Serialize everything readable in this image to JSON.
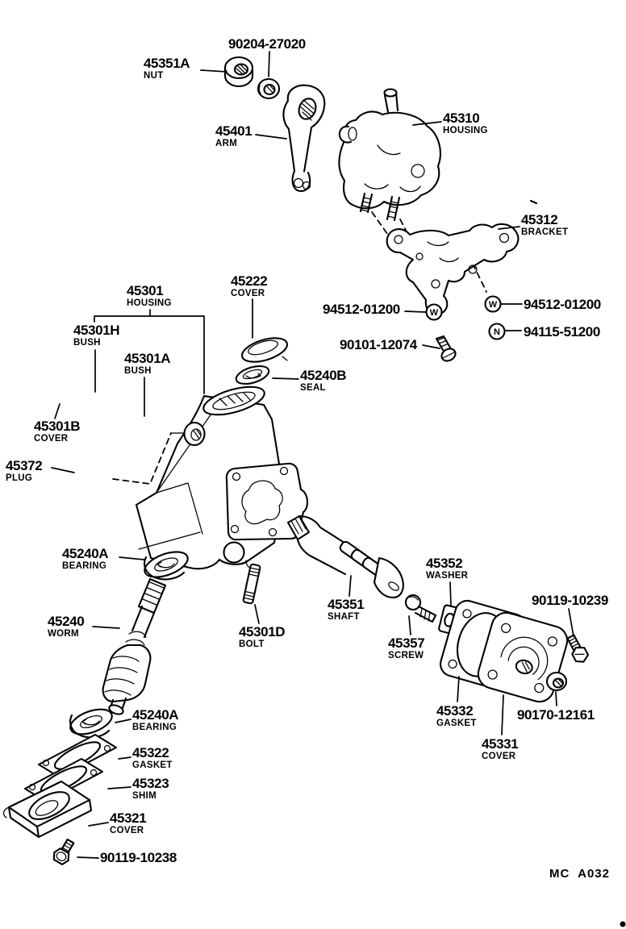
{
  "page": {
    "background": "#ffffff",
    "ink": "#000000",
    "footer_code": "MC  A032"
  },
  "markers": {
    "w_left": "W",
    "w_right": "W",
    "n_right": "N"
  },
  "labels": {
    "washer_top": {
      "number": "90204-27020"
    },
    "nut": {
      "number": "45351A",
      "name": "NUT"
    },
    "arm": {
      "number": "45401",
      "name": "ARM"
    },
    "housing_top": {
      "number": "45310",
      "name": "HOUSING"
    },
    "bracket": {
      "number": "45312",
      "name": "BRACKET"
    },
    "washer_w_left": {
      "number": "94512-01200"
    },
    "washer_w_right": {
      "number": "94512-01200"
    },
    "nut_n": {
      "number": "94115-51200"
    },
    "bolt_90101": {
      "number": "90101-12074"
    },
    "cover_45222": {
      "number": "45222",
      "name": "COVER"
    },
    "seal_45240b": {
      "number": "45240B",
      "name": "SEAL"
    },
    "housing_main": {
      "number": "45301",
      "name": "HOUSING"
    },
    "bush_h": {
      "number": "45301H",
      "name": "BUSH"
    },
    "bush_a": {
      "number": "45301A",
      "name": "BUSH"
    },
    "cover_45301b": {
      "number": "45301B",
      "name": "COVER"
    },
    "plug": {
      "number": "45372",
      "name": "PLUG"
    },
    "bearing_upper": {
      "number": "45240A",
      "name": "BEARING"
    },
    "worm": {
      "number": "45240",
      "name": "WORM"
    },
    "bolt_45301d": {
      "number": "45301D",
      "name": "BOLT"
    },
    "shaft": {
      "number": "45351",
      "name": "SHAFT"
    },
    "washer_45352": {
      "number": "45352",
      "name": "WASHER"
    },
    "screw_45357": {
      "number": "45357",
      "name": "SCREW"
    },
    "bolt_90119_10239": {
      "number": "90119-10239"
    },
    "gasket_45332": {
      "number": "45332",
      "name": "GASKET"
    },
    "cover_45331": {
      "number": "45331",
      "name": "COVER"
    },
    "nut_90170": {
      "number": "90170-12161"
    },
    "bearing_lower": {
      "number": "45240A",
      "name": "BEARING"
    },
    "gasket_45322": {
      "number": "45322",
      "name": "GASKET"
    },
    "shim_45323": {
      "number": "45323",
      "name": "SHIM"
    },
    "cover_45321": {
      "number": "45321",
      "name": "COVER"
    },
    "bolt_90119_10238": {
      "number": "90119-10238"
    }
  }
}
